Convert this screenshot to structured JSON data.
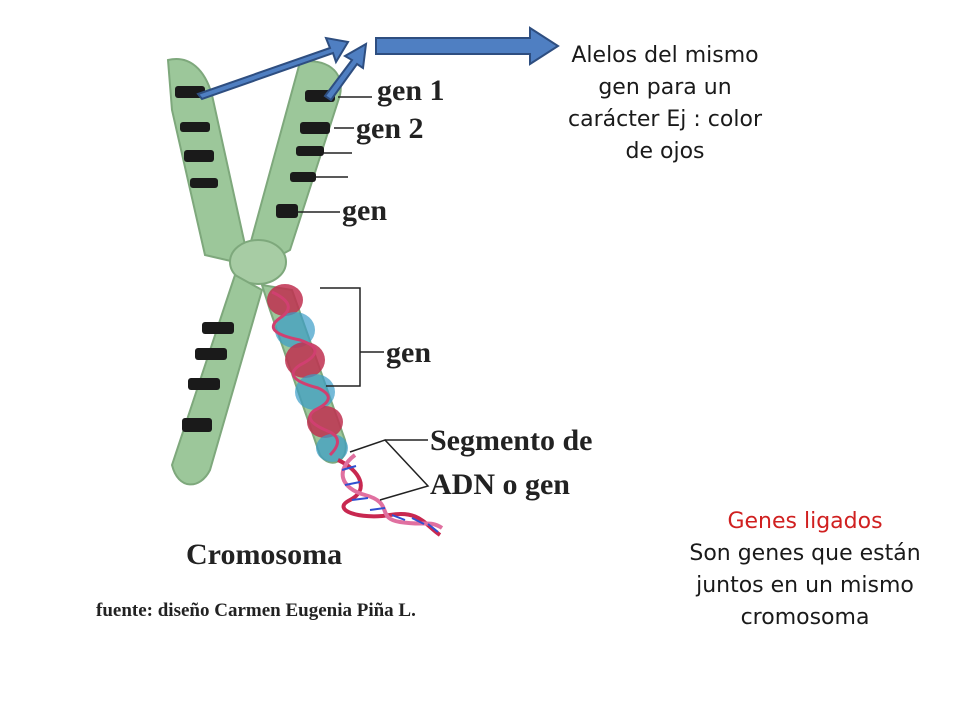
{
  "diagram": {
    "labels": {
      "gen1": "gen 1",
      "gen2": "gen 2",
      "gen_upper": "gen",
      "gen_middle": "gen",
      "segment_line1": "Segmento de",
      "segment_line2": "ADN o gen",
      "chromosome": "Cromosoma",
      "credit": "fuente: diseño Carmen Eugenia Piña L."
    },
    "colors": {
      "chromatid": "#9cc79a",
      "band": "#1a1a1a",
      "arrow_fill": "#4f7fc2",
      "arrow_stroke": "#2e4e80",
      "dna_red": "#c82850",
      "dna_blue": "#3050d0",
      "dna_pink": "#e070a0"
    }
  },
  "notes": {
    "alleles": "Alelos del mismo gen para un carácter Ej : color de ojos",
    "linked_title": "Genes ligados",
    "linked_text": "Son genes que están juntos en un mismo cromosoma"
  }
}
